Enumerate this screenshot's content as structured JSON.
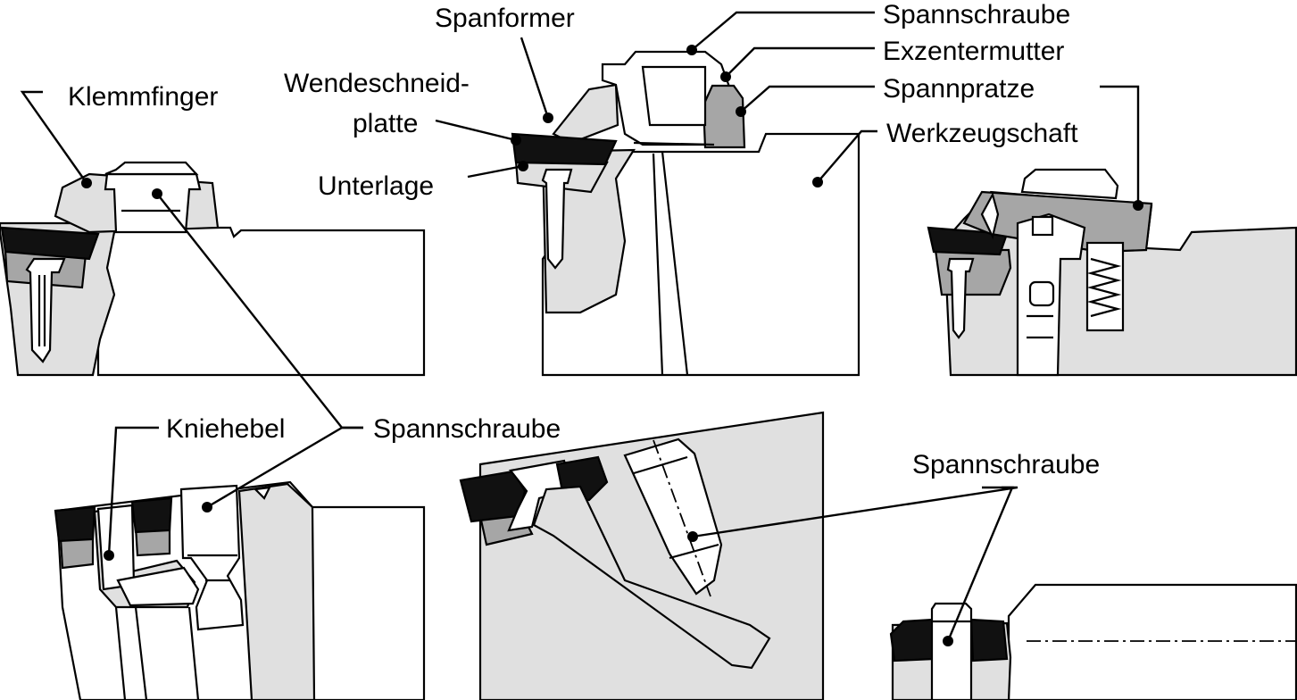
{
  "labels": {
    "klemmfinger": "Klemmfinger",
    "spanformer": "Spanformer",
    "wendeschneid_line1": "Wendeschneid-",
    "wendeschneid_line2": "platte",
    "unterlage": "Unterlage",
    "spannschraube_top": "Spannschraube",
    "exzentermutter": "Exzentermutter",
    "spannpratze": "Spannpratze",
    "werkzeugschaft": "Werkzeugschaft",
    "kniehebel": "Kniehebel",
    "spannschraube_middle": "Spannschraube",
    "spannschraube_right": "Spannschraube"
  },
  "colors": {
    "insert": "#111111",
    "shim": "#a6a6a6",
    "body": "#e0e0e0",
    "outline": "#000000"
  }
}
